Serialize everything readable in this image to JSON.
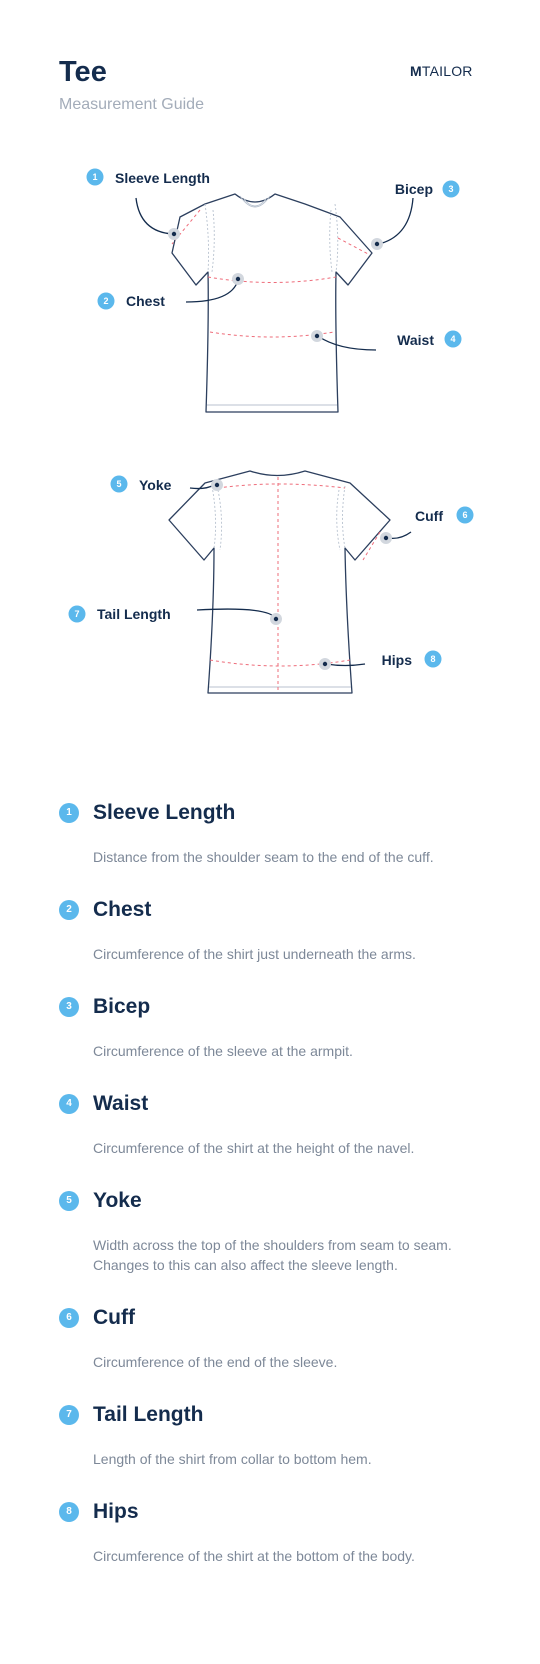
{
  "header": {
    "title": "Tee",
    "subtitle": "Measurement Guide",
    "logo_mark": "M",
    "logo_text": "TAILOR"
  },
  "colors": {
    "navy": "#142c4d",
    "badge_blue": "#5bb8ec",
    "measure_red": "#ee6c7a",
    "muted_text": "#7d8898"
  },
  "front_diagram": {
    "labels": [
      {
        "number": "1",
        "label": "Sleeve Length"
      },
      {
        "number": "2",
        "label": "Chest"
      },
      {
        "number": "3",
        "label": "Bicep"
      },
      {
        "number": "4",
        "label": "Waist"
      }
    ]
  },
  "back_diagram": {
    "labels": [
      {
        "number": "5",
        "label": "Yoke"
      },
      {
        "number": "6",
        "label": "Cuff"
      },
      {
        "number": "7",
        "label": "Tail Length"
      },
      {
        "number": "8",
        "label": "Hips"
      }
    ]
  },
  "measurements": [
    {
      "number": "1",
      "title": "Sleeve Length",
      "description": "Distance from the shoulder seam to the end of the cuff."
    },
    {
      "number": "2",
      "title": "Chest",
      "description": "Circumference of the shirt just underneath the arms."
    },
    {
      "number": "3",
      "title": "Bicep",
      "description": "Circumference of the sleeve at the armpit."
    },
    {
      "number": "4",
      "title": "Waist",
      "description": "Circumference of the shirt at the height of the navel."
    },
    {
      "number": "5",
      "title": "Yoke",
      "description": "Width across the top of the shoulders from seam to seam. Changes to this can also affect the sleeve length."
    },
    {
      "number": "6",
      "title": "Cuff",
      "description": "Circumference of the end of the sleeve."
    },
    {
      "number": "7",
      "title": "Tail Length",
      "description": "Length of the shirt from collar to bottom hem."
    },
    {
      "number": "8",
      "title": "Hips",
      "description": "Circumference of the shirt at the bottom of the body."
    }
  ]
}
